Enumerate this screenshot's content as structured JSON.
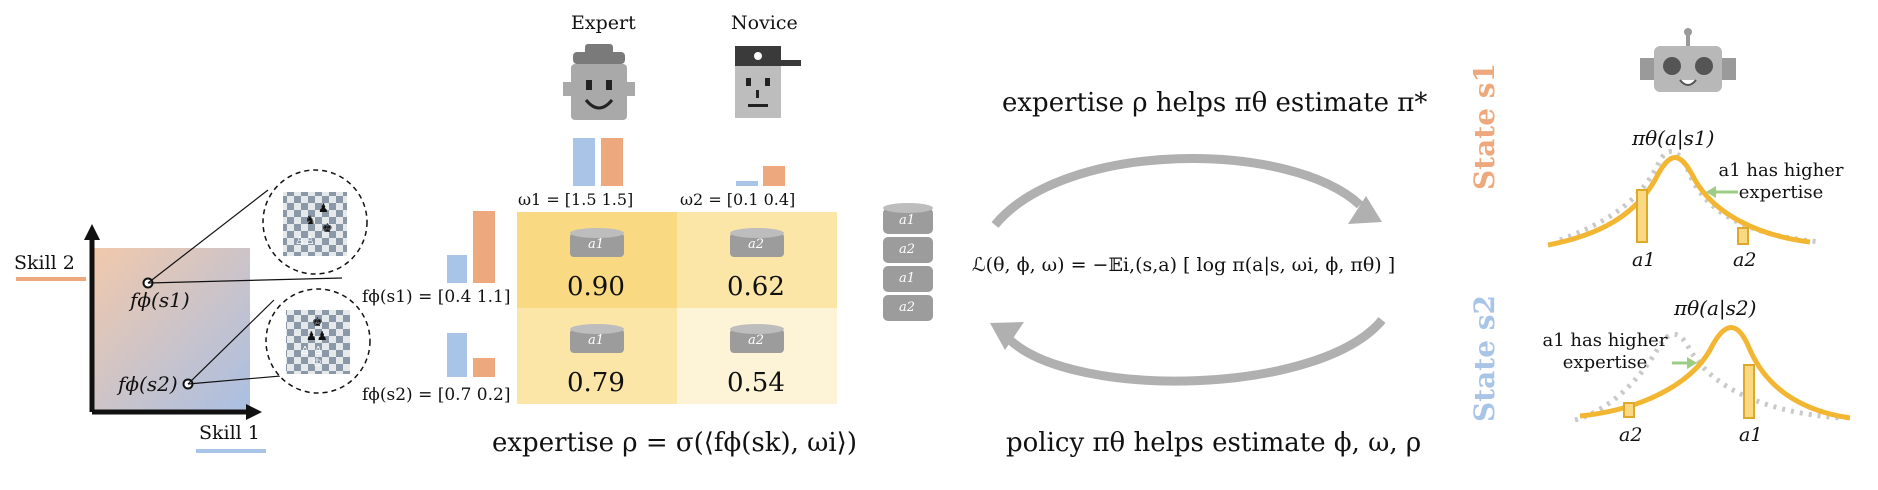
{
  "skills": {
    "skill1_label": "Skill 1",
    "skill2_label": "Skill 2",
    "state1_embed": "fϕ(s1)",
    "state2_embed": "fϕ(s2)"
  },
  "vectors": {
    "s1_vector": "fϕ(s1) = [0.4 1.1]",
    "s2_vector": "fϕ(s2) = [0.7 0.2]"
  },
  "demonstrators": {
    "expert_label": "Expert",
    "novice_label": "Novice",
    "omega1": "ω1 = [1.5 1.5]",
    "omega2": "ω2 = [0.1 0.4]"
  },
  "matrix": {
    "cells": [
      {
        "action": "a1",
        "value": "0.90"
      },
      {
        "action": "a2",
        "value": "0.62"
      },
      {
        "action": "a1",
        "value": "0.79"
      },
      {
        "action": "a2",
        "value": "0.54"
      }
    ]
  },
  "stack": [
    "a1",
    "a2",
    "a1",
    "a2"
  ],
  "formulas": {
    "expertise": "expertise ρ = σ(⟨fϕ(sk), ωi⟩)",
    "loss": "ℒ(θ, ϕ, ω) = −𝔼i,(s,a) [ log π(a|s, ωi, ϕ, πθ) ]",
    "top_arrow": "expertise ρ helps πθ estimate π*",
    "bottom_arrow": "policy πθ helps estimate ϕ, ω, ρ"
  },
  "states": {
    "state1_label": "State s1",
    "state2_label": "State s2",
    "policy1": "πθ(a|s1)",
    "policy2": "πθ(a|s2)",
    "note1": "a1 has higher expertise",
    "note2": "a1 has higher expertise",
    "state1_actions": [
      "a1",
      "a2"
    ],
    "state2_actions": [
      "a2",
      "a1"
    ]
  },
  "colors": {
    "blue": "#a8c4e6",
    "orange": "#eda97d",
    "gold": "#f2b632",
    "cell_high": "#f9d982",
    "cell_mid": "#fbe6a8",
    "cell_low": "#fdf4d8",
    "gray": "#b5b5b5"
  }
}
